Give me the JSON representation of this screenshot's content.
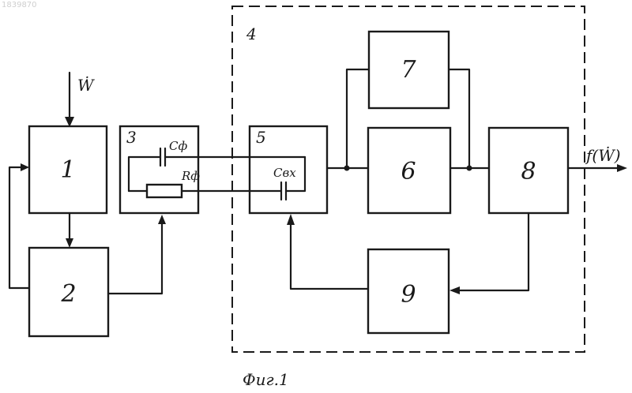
{
  "watermark": "1839870",
  "input_label": "Ẇ",
  "output_label": "f(Ẇ)",
  "caption": "Фиг.1",
  "dashed_group_label": "4",
  "blocks": {
    "b1": "1",
    "b2": "2",
    "b3": "3",
    "b5": "5",
    "b6": "6",
    "b7": "7",
    "b8": "8",
    "b9": "9"
  },
  "components": {
    "c_f": "Cф",
    "r_f": "Rф",
    "c_in": "Cвх"
  }
}
